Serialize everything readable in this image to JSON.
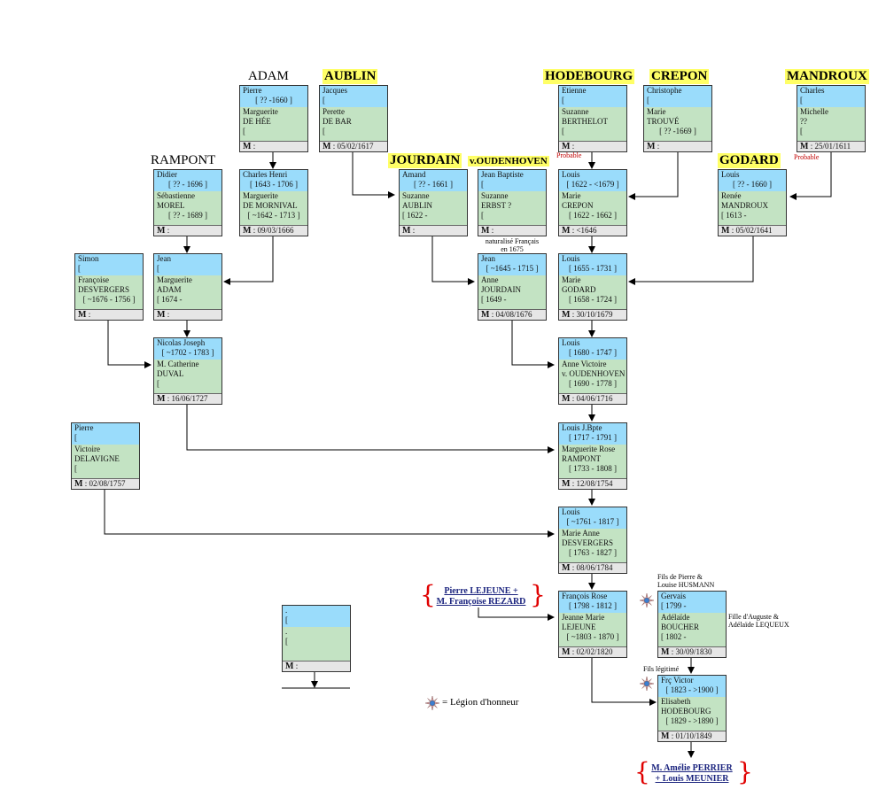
{
  "surnames": {
    "adam": "ADAM",
    "aublin": "AUBLIN",
    "hodebourg": "HODEBOURG",
    "crepon": "CREPON",
    "mandroux": "MANDROUX",
    "rampont": "RAMPONT",
    "jourdain": "JOURDAIN",
    "oudenhoven": "v.OUDENHOVEN",
    "godard": "GODARD"
  },
  "couples": {
    "adam_top": {
      "h1": "Pierre",
      "h2": "[ ?? -1660 ]",
      "w1": "Marguerite",
      "w2": "DE HÉE",
      "w3": "[",
      "m_label": "M",
      "m": ":"
    },
    "aublin_top": {
      "h1": "Jacques",
      "h2": "[",
      "w1": "Perette",
      "w2": "DE BAR",
      "w3": "[",
      "m_label": "M",
      "m": ": 05/02/1617"
    },
    "hodebourg_top": {
      "h1": "Etienne",
      "h2": "[",
      "w1": "Suzanne",
      "w2": "BERTHELOT",
      "w3": "[",
      "m_label": "M",
      "m": ":"
    },
    "crepon_top": {
      "h1": "Christophe",
      "h2": "[",
      "w1": "Marie",
      "w2": "TROUVÉ",
      "w3": "[ ?? -1669 ]",
      "m_label": "M",
      "m": ":"
    },
    "mandroux_top": {
      "h1": "Charles",
      "h2": "[",
      "w1": "Michelle",
      "w2": "??",
      "w3": "[",
      "m_label": "M",
      "m": ": 25/01/1611"
    },
    "rampont": {
      "h1": "Didier",
      "h2": "[ ?? - 1696 ]",
      "w1": "Sébastienne",
      "w2": "MOREL",
      "w3": "[ ?? - 1689 ]",
      "m_label": "M",
      "m": ":"
    },
    "adam2": {
      "h1": "Charles Henri",
      "h2": "[ 1643 - 1706 ]",
      "w1": "Marguerite",
      "w2": "DE MORNIVAL",
      "w3": "[ ~1642 - 1713 ]",
      "m_label": "M",
      "m": ": 09/03/1666"
    },
    "aublin2": {
      "h1": "Amand",
      "h2": "[ ?? - 1661 ]",
      "w1": "Suzanne",
      "w2": "AUBLIN",
      "w3": "[ 1622 -",
      "m_label": "M",
      "m": ":"
    },
    "oudenhoven": {
      "h1": "Jean Baptiste",
      "h2": "[",
      "w1": "Suzanne",
      "w2": "ERBST ?",
      "w3": "[",
      "m_label": "M",
      "m": ":"
    },
    "louis1622": {
      "h1": "Louis",
      "h2": "[ 1622 - <1679 ]",
      "w1": "Marie",
      "w2": "CREPON",
      "w3": "[ 1622 - 1662 ]",
      "m_label": "M",
      "m": ": <1646"
    },
    "godard": {
      "h1": "Louis",
      "h2": "[ ?? - 1660 ]",
      "w1": "Renée",
      "w2": "MANDROUX",
      "w3": "[ 1613 -",
      "m_label": "M",
      "m": ": 05/02/1641"
    },
    "simon": {
      "h1": "Simon",
      "h2": "[",
      "w1": "Françoise",
      "w2": "DESVERGERS",
      "w3": "[ ~1676 - 1756 ]",
      "m_label": "M",
      "m": ":"
    },
    "jean_adam": {
      "h1": "Jean",
      "h2": "[",
      "w1": "Marguerite",
      "w2": "ADAM",
      "w3": "[ 1674 -",
      "m_label": "M",
      "m": ":"
    },
    "jean_jourdain": {
      "h1": "Jean",
      "h2": "[ ~1645 - 1715 ]",
      "w1": "Anne",
      "w2": "JOURDAIN",
      "w3": "[ 1649 -",
      "m_label": "M",
      "m": ": 04/08/1676"
    },
    "louis1655": {
      "h1": "Louis",
      "h2": "[ 1655 - 1731 ]",
      "w1": "Marie",
      "w2": "GODARD",
      "w3": "[ 1658 - 1724 ]",
      "m_label": "M",
      "m": ": 30/10/1679"
    },
    "nicolas": {
      "h1": "Nicolas Joseph",
      "h2": "[ ~1702 - 1783 ]",
      "w1": "M. Catherine",
      "w2": "DUVAL",
      "w3": "[",
      "m_label": "M",
      "m": ": 16/06/1727"
    },
    "louis1680": {
      "h1": "Louis",
      "h2": "[ 1680 - 1747 ]",
      "w1": "Anne Victoire",
      "w2": "v. OUDENHOVEN",
      "w3": "[ 1690 - 1778 ]",
      "m_label": "M",
      "m": ": 04/06/1716"
    },
    "pierre_delavigne": {
      "h1": "Pierre",
      "h2": "[",
      "w1": "Victoire",
      "w2": "DELAVIGNE",
      "w3": "[",
      "m_label": "M",
      "m": ": 02/08/1757"
    },
    "louis_jbpte": {
      "h1": "Louis J.Bpte",
      "h2": "[ 1717 - 1791 ]",
      "w1": "Marguerite Rose",
      "w2": "RAMPONT",
      "w3": "[ 1733 - 1808 ]",
      "m_label": "M",
      "m": ": 12/08/1754"
    },
    "louis1761": {
      "h1": "Louis",
      "h2": "[ ~1761 - 1817 ]",
      "w1": "Marie Anne",
      "w2": "DESVERGERS",
      "w3": "[ 1763 - 1827 ]",
      "m_label": "M",
      "m": ": 08/06/1784"
    },
    "francois": {
      "h1": "François Rose",
      "h2": "[ 1798 - 1812 ]",
      "w1": "Jeanne Marie",
      "w2": "LEJEUNE",
      "w3": "[ ~1803 - 1870 ]",
      "m_label": "M",
      "m": ": 02/02/1820"
    },
    "gervais": {
      "h1": "Gervais",
      "h2": "[ 1799 -",
      "w1": "Adélaïde",
      "w2": "BOUCHER",
      "w3": "[ 1802 -",
      "m_label": "M",
      "m": ": 30/09/1830"
    },
    "frc_victor": {
      "h1": "Frç Victor",
      "h2": "[ 1823 - >1900 ]",
      "w1": "Elisabeth",
      "w2": "HODEBOURG",
      "w3": "[ 1829 - >1890 ]",
      "m_label": "M",
      "m": ": 01/10/1849"
    },
    "empty": {
      "h1": ".",
      "h2": "[",
      "w1": ".",
      "w2": "",
      "w3": "[",
      "m_label": "M",
      "m": ":"
    }
  },
  "notes": {
    "probable1": "Probable",
    "probable2": "Probable",
    "naturalise_1": "naturalisé Français",
    "naturalise_2": "en 1675",
    "fils_pierre_1": "Fils de Pierre &",
    "fils_pierre_2": "Louise HUSMANN",
    "fille_auguste_1": "Fille d'Auguste &",
    "fille_auguste_2": "Adélaïde LEQUEUX",
    "fils_legitime": "Fils légitimé"
  },
  "links": {
    "lejeune_1": "Pierre LEJEUNE +",
    "lejeune_2": "M. Françoise REZARD",
    "perrier_1": "M. Amélie PERRIER",
    "perrier_2": "+ Louis MEUNIER"
  },
  "legend": {
    "text": "= Légion d'honneur",
    "icon": "legion-honneur-medal"
  },
  "colors": {
    "husband": "#9adcfb",
    "wife": "#c3e3c3",
    "marriage": "#e6e6e6",
    "highlight": "#ffff66",
    "probable": "#c00000",
    "link": "#1a237e",
    "brace": "#e00000"
  }
}
